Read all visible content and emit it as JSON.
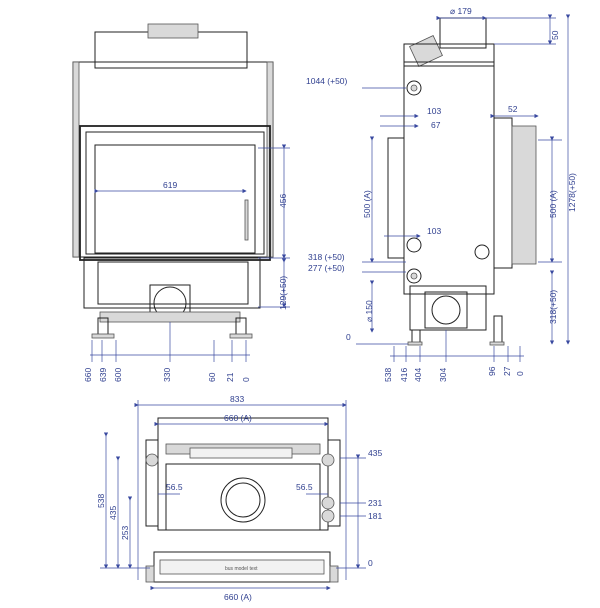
{
  "front_view": {
    "width_label": "619",
    "height_label": "456",
    "lower_label": "129(+50)",
    "bottom_labels": [
      "660",
      "639",
      "600",
      "330",
      "60",
      "21",
      "0"
    ]
  },
  "side_view": {
    "top_label": "179",
    "top_right_label": "50",
    "conn_label_upper": "1044 (+50)",
    "dim_103_top": "103",
    "dim_67": "67",
    "dim_52": "52",
    "left_500": "500 (A)",
    "right_500": "500 (A)",
    "total_height": "1278(+50)",
    "dim_103_low": "103",
    "conn_318": "318 (+50)",
    "conn_277": "277 (+50)",
    "dia_150": "150",
    "right_318": "318(+50)",
    "zero_left": "0",
    "bottom_labels": [
      "538",
      "416",
      "404",
      "304",
      "96",
      "27",
      "0"
    ]
  },
  "plan_view": {
    "overall_width": "833",
    "inner_width_top": "660 (A)",
    "inner_width_bottom": "660 (A)",
    "left_56": "56.5",
    "right_56": "56.5",
    "right_435": "435",
    "right_231": "231",
    "right_181": "181",
    "right_0": "0",
    "left_538": "538",
    "left_435": "435",
    "left_253": "253",
    "plate_text": "bus model text"
  },
  "colors": {
    "dimension_blue": "#3a4aa0",
    "outline": "#222222"
  }
}
